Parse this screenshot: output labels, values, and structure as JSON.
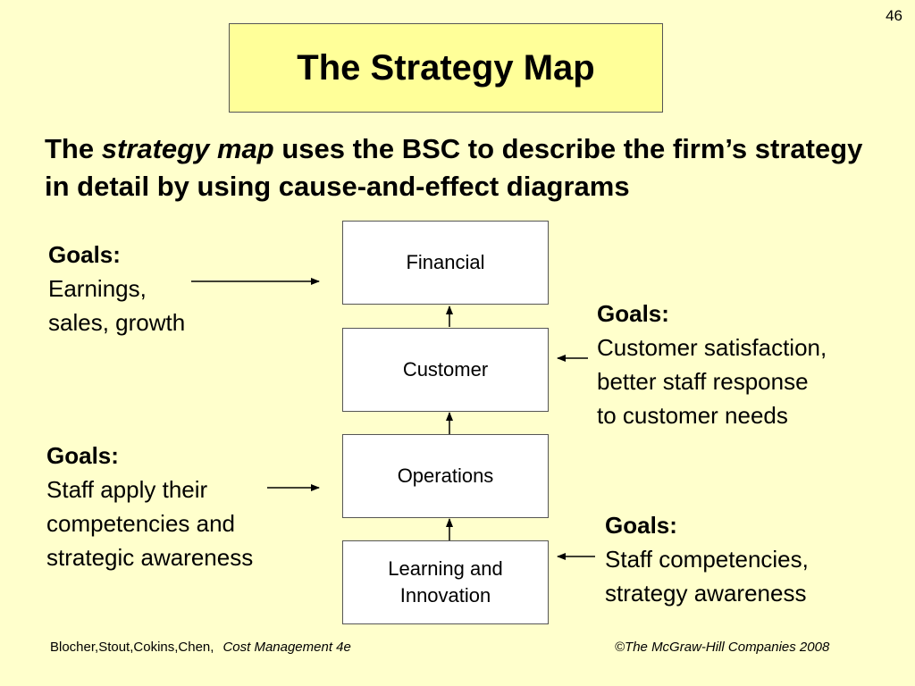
{
  "page_number": "46",
  "title": "The Strategy Map",
  "subtitle": {
    "prefix": "The ",
    "emphasis": "strategy map",
    "rest": " uses the BSC to describe the firm’s strategy in detail by using cause-and-effect diagrams"
  },
  "perspectives": {
    "financial": "Financial",
    "customer": "Customer",
    "operations": "Operations",
    "learning": "Learning and\nInnovation"
  },
  "goals": {
    "financial": {
      "head": "Goals:",
      "body": "Earnings,\nsales, growth"
    },
    "customer": {
      "head": "Goals:",
      "body": "Customer satisfaction,\nbetter staff response\nto customer needs"
    },
    "operations": {
      "head": "Goals:",
      "body": "Staff apply their\ncompetencies and\nstrategic awareness"
    },
    "learning": {
      "head": "Goals:",
      "body": "Staff competencies,\nstrategy awareness"
    }
  },
  "footer": {
    "authors": "Blocher,Stout,Cokins,Chen,",
    "book": "Cost Management 4e",
    "copyright": "©The McGraw-Hill Companies 2008"
  }
}
